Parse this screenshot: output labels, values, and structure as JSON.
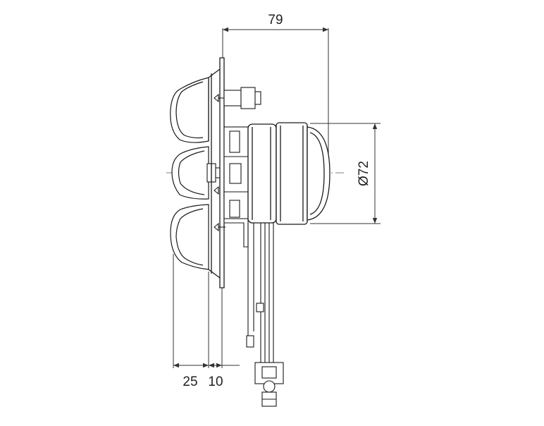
{
  "dimensions": {
    "overall_depth": "79",
    "motor_diameter": "Ø72",
    "impeller_depth": "25",
    "flange_offset": "10"
  },
  "colors": {
    "line": "#1a1a1a",
    "dim_line": "#333333",
    "background": "#ffffff"
  }
}
